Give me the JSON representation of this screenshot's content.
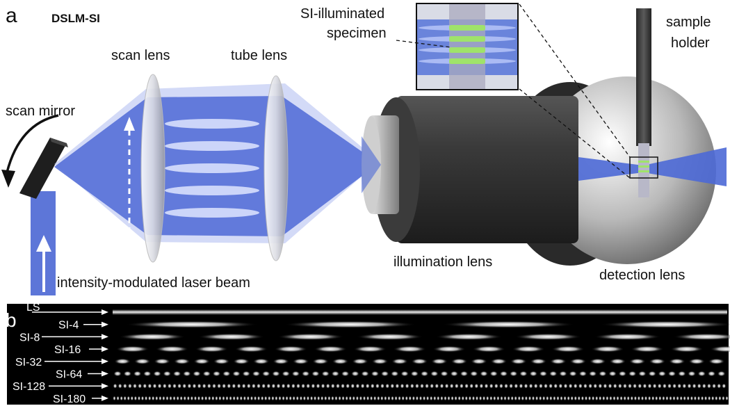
{
  "panel_a": {
    "letter": "a",
    "title": "DSLM-SI",
    "labels": {
      "scan_mirror": "scan mirror",
      "scan_lens": "scan lens",
      "tube_lens": "tube lens",
      "illumination_lens": "illumination lens",
      "detection_lens": "detection lens",
      "sample_holder_1": "sample",
      "sample_holder_2": "holder",
      "specimen_1": "SI-illuminated",
      "specimen_2": "specimen",
      "laser_beam": "intensity-modulated laser beam"
    }
  },
  "panel_b": {
    "letter": "b",
    "rows": [
      {
        "label": "LS",
        "period": 0
      },
      {
        "label": "SI-4",
        "period": 4
      },
      {
        "label": "SI-8",
        "period": 8
      },
      {
        "label": "SI-16",
        "period": 16
      },
      {
        "label": "SI-32",
        "period": 32
      },
      {
        "label": "SI-64",
        "period": 64
      },
      {
        "label": "SI-128",
        "period": 128
      },
      {
        "label": "SI-180",
        "period": 180
      }
    ]
  },
  "colors": {
    "beam": "#3f5fd0",
    "beam_light": "#a9b9ee",
    "specimen_stripe": "#9fe36a",
    "objective_dark": "#2b2b2b",
    "panel_b_bg": "#000000"
  }
}
